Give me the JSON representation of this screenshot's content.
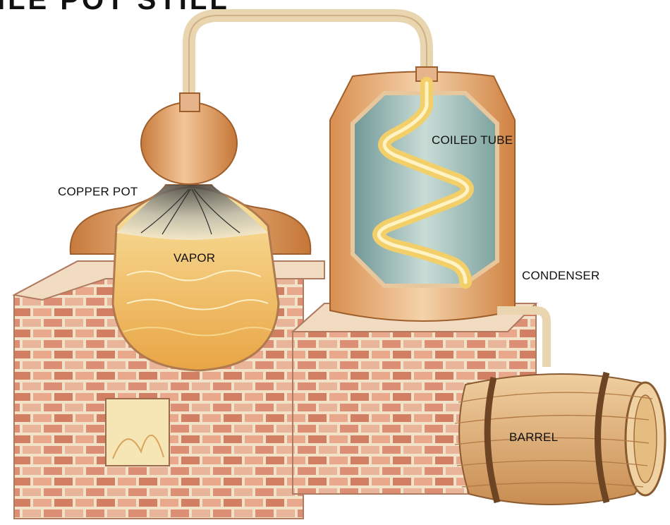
{
  "title_fragment": "ILE POT STILL",
  "labels": {
    "copper_pot": "COPPER POT",
    "vapor": "VAPOR",
    "coiled_tube": "COILED TUBE",
    "condenser": "CONDENSER",
    "barrel": "BARREL"
  },
  "colors": {
    "copper": "#d88c4a",
    "brick": "#d98a70",
    "mortar": "#f2e2c8",
    "liquid": "#f0c15a",
    "coil": "#f2d06a",
    "coolant": "#8fb3b0",
    "wood": "#d9a46a"
  }
}
